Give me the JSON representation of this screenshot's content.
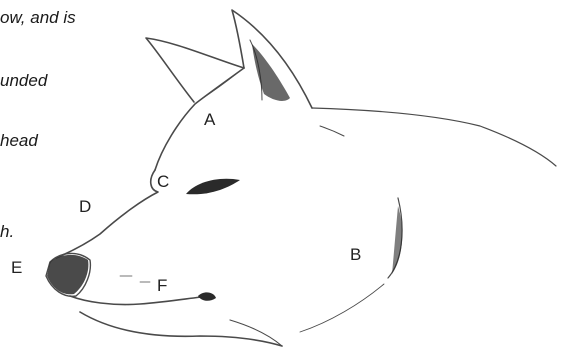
{
  "caption_lines": [
    "ow, and is",
    "unded",
    "head",
    "h."
  ],
  "labels": {
    "A": "A",
    "B": "B",
    "C": "C",
    "D": "D",
    "E": "E",
    "F": "F"
  },
  "colors": {
    "stroke": "#4a4a4a",
    "shade": "#2a2a2a",
    "text": "#222222"
  }
}
